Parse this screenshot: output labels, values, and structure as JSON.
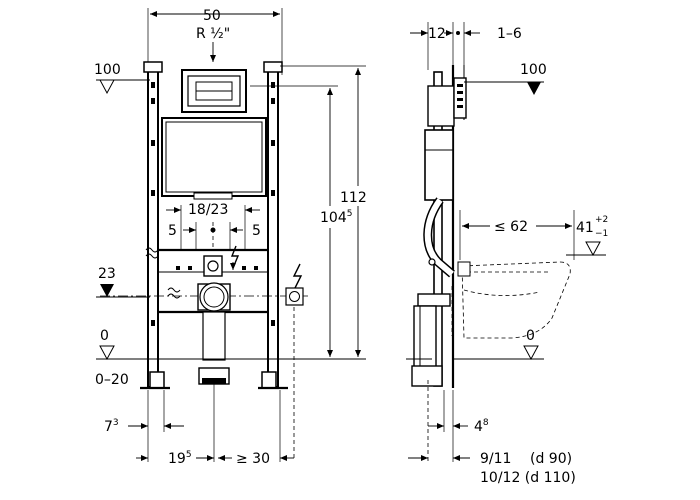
{
  "front_view": {
    "width": "50",
    "connection": "R ½\"",
    "height_top": "112",
    "height_inner": "104",
    "height_inner_sup": "5",
    "spacing": "18/23",
    "offset_left": "5",
    "offset_right": "5",
    "level_top": "100",
    "level_mid": "23",
    "level_floor": "0",
    "floor_range": "0–20",
    "foot_depth": "7",
    "foot_depth_sup": "3",
    "foot_offset": "19",
    "foot_offset_sup": "5",
    "side_clearance": "≥ 30"
  },
  "side_view": {
    "depth_12": "12",
    "depth_range": "1–6",
    "level_top": "100",
    "projection": "≤ 62",
    "bowl_height": "41",
    "bowl_tol_plus": "+2",
    "bowl_tol_minus": "−1",
    "level_floor": "0",
    "wall_offset": "4",
    "wall_offset_sup": "8",
    "pipe_1": "9/11",
    "pipe_1_note": "(d 90)",
    "pipe_2": "10/12 (d 110)"
  }
}
